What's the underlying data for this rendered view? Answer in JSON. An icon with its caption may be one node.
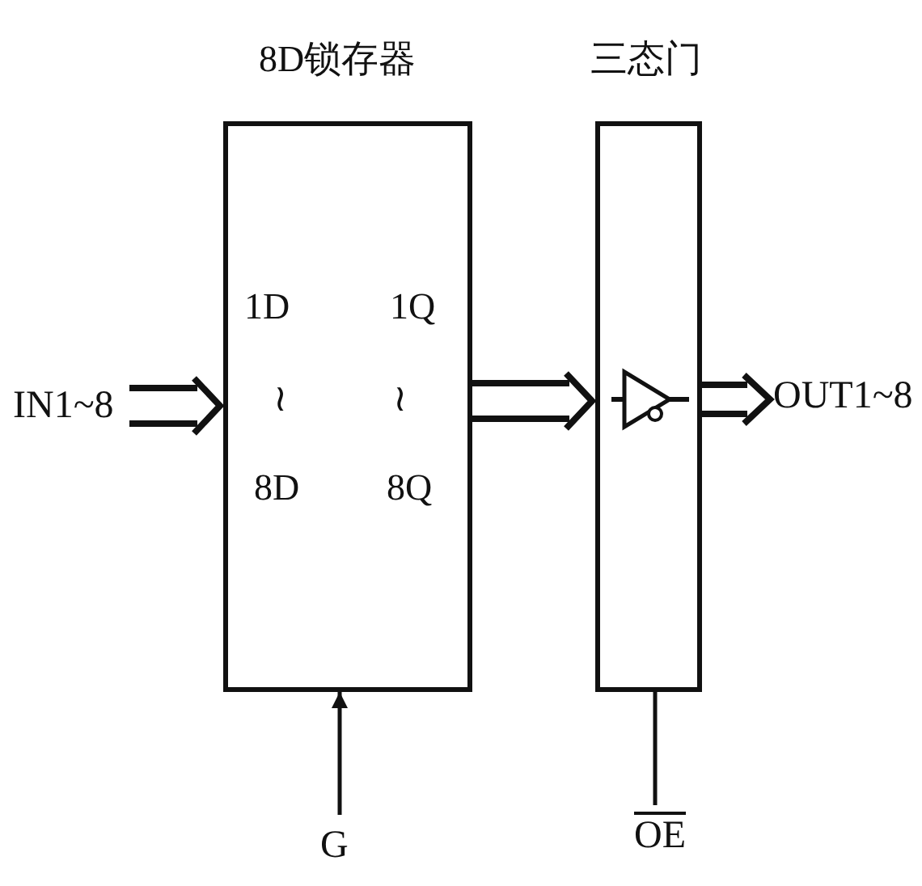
{
  "diagram": {
    "nodes": [
      {
        "text": [
          "8D锁存器",
          "1D",
          "≀",
          "8D",
          "1Q",
          "≀",
          "8Q"
        ]
      },
      {
        "text": [
          "三态门"
        ]
      },
      {
        "text": [],
        "shape": "triangle",
        "in": 1
      },
      {
        "text": [
          "IN1~8"
        ]
      },
      {
        "text": [
          "OUT1~8"
        ]
      },
      {
        "text": [
          "G"
        ]
      },
      {
        "text": [
          "OE"
        ]
      }
    ],
    "edges": [
      {
        "from": 3,
        "to": 0,
        "arrow": "to"
      },
      {
        "from": 0,
        "to": 1,
        "arrow": "to"
      },
      {
        "from": 1,
        "to": 4,
        "arrow": "to"
      },
      {
        "from": 5,
        "to": 0,
        "arrow": "to"
      },
      {
        "from": 6,
        "to": 2,
        "arrow": "none"
      }
    ]
  }
}
